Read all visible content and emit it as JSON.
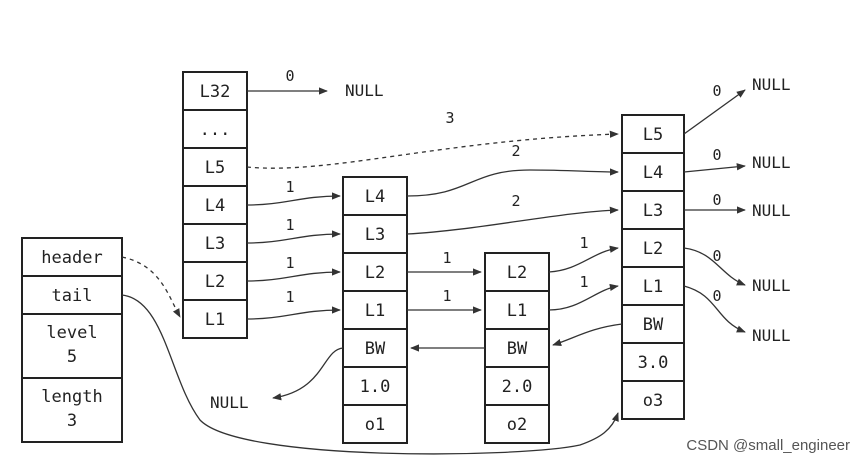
{
  "diagram": {
    "list": {
      "fields": [
        "header",
        "tail",
        [
          "level",
          "5"
        ],
        [
          "length",
          "3"
        ]
      ]
    },
    "header_node": {
      "levels": [
        "L32",
        "...",
        "L5",
        "L4",
        "L3",
        "L2",
        "L1"
      ]
    },
    "nodes": [
      {
        "levels": [
          "L4",
          "L3",
          "L2",
          "L1"
        ],
        "backward": "BW",
        "score": "1.0",
        "object": "o1"
      },
      {
        "levels": [
          "L2",
          "L1"
        ],
        "backward": "BW",
        "score": "2.0",
        "object": "o2"
      },
      {
        "levels": [
          "L5",
          "L4",
          "L3",
          "L2",
          "L1"
        ],
        "backward": "BW",
        "score": "3.0",
        "object": "o3"
      }
    ],
    "null_label": "NULL",
    "spans": {
      "header_l32": "0",
      "header_l5": "3",
      "header_l4": "1",
      "header_l3": "1",
      "header_l2": "1",
      "header_l1": "1",
      "n1_l4": "2",
      "n1_l3": "2",
      "n1_l2": "1",
      "n1_l1": "1",
      "n2_l2": "1",
      "n2_l1": "1",
      "n3_l5": "0",
      "n3_l4": "0",
      "n3_l3": "0",
      "n3_l2": "0",
      "n3_l1": "0"
    }
  },
  "watermark": "CSDN @small_engineer"
}
